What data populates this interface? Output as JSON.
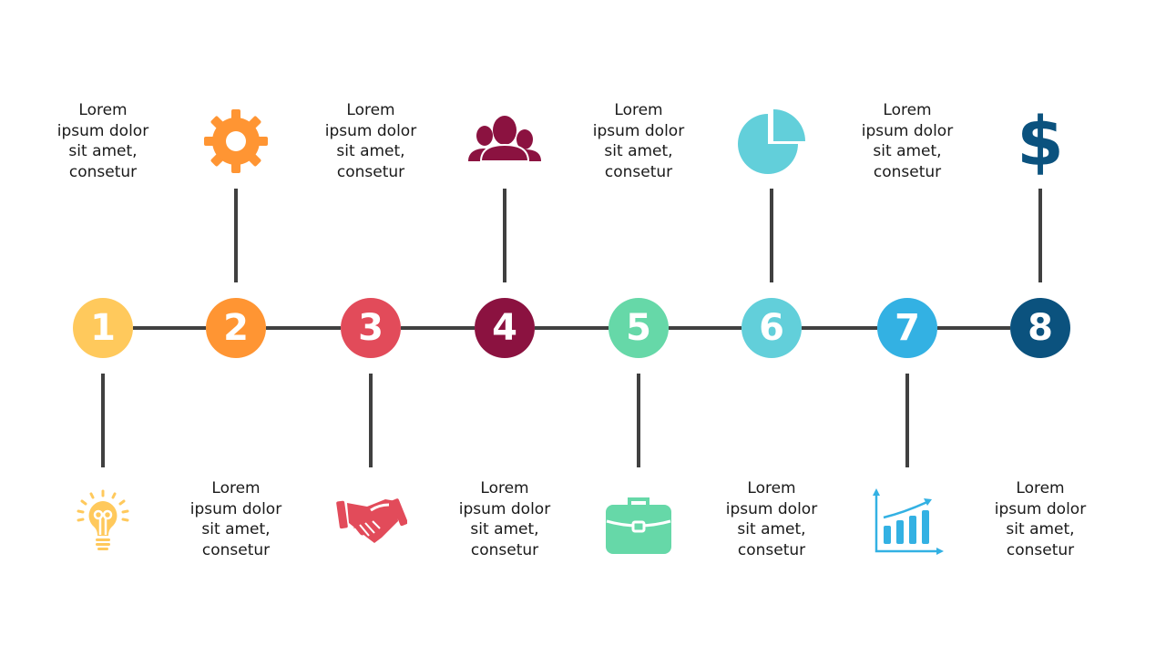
{
  "steps": [
    {
      "number": "1",
      "color": "#FFC95C",
      "icon": "lightbulb-icon",
      "text": [
        "Lorem",
        "ipsum dolor",
        "sit amet,",
        "consetur"
      ]
    },
    {
      "number": "2",
      "color": "#FF9533",
      "icon": "gear-icon",
      "text": [
        "Lorem",
        "ipsum dolor",
        "sit amet,",
        "consetur"
      ]
    },
    {
      "number": "3",
      "color": "#E24B5A",
      "icon": "handshake-icon",
      "text": [
        "Lorem",
        "ipsum dolor",
        "sit amet,",
        "consetur"
      ]
    },
    {
      "number": "4",
      "color": "#8B1240",
      "icon": "people-icon",
      "text": [
        "Lorem",
        "ipsum dolor",
        "sit amet,",
        "consetur"
      ]
    },
    {
      "number": "5",
      "color": "#66D8A8",
      "icon": "briefcase-icon",
      "text": [
        "Lorem",
        "ipsum dolor",
        "sit amet,",
        "consetur"
      ]
    },
    {
      "number": "6",
      "color": "#62CFDA",
      "icon": "pie-chart-icon",
      "text": [
        "Lorem",
        "ipsum dolor",
        "sit amet,",
        "consetur"
      ]
    },
    {
      "number": "7",
      "color": "#33B1E3",
      "icon": "bar-chart-icon",
      "text": [
        "Lorem",
        "ipsum dolor",
        "sit amet,",
        "consetur"
      ]
    },
    {
      "number": "8",
      "color": "#0B527E",
      "icon": "dollar-icon",
      "text": [
        "Lorem",
        "ipsum dolor",
        "sit amet,",
        "consetur"
      ]
    }
  ]
}
